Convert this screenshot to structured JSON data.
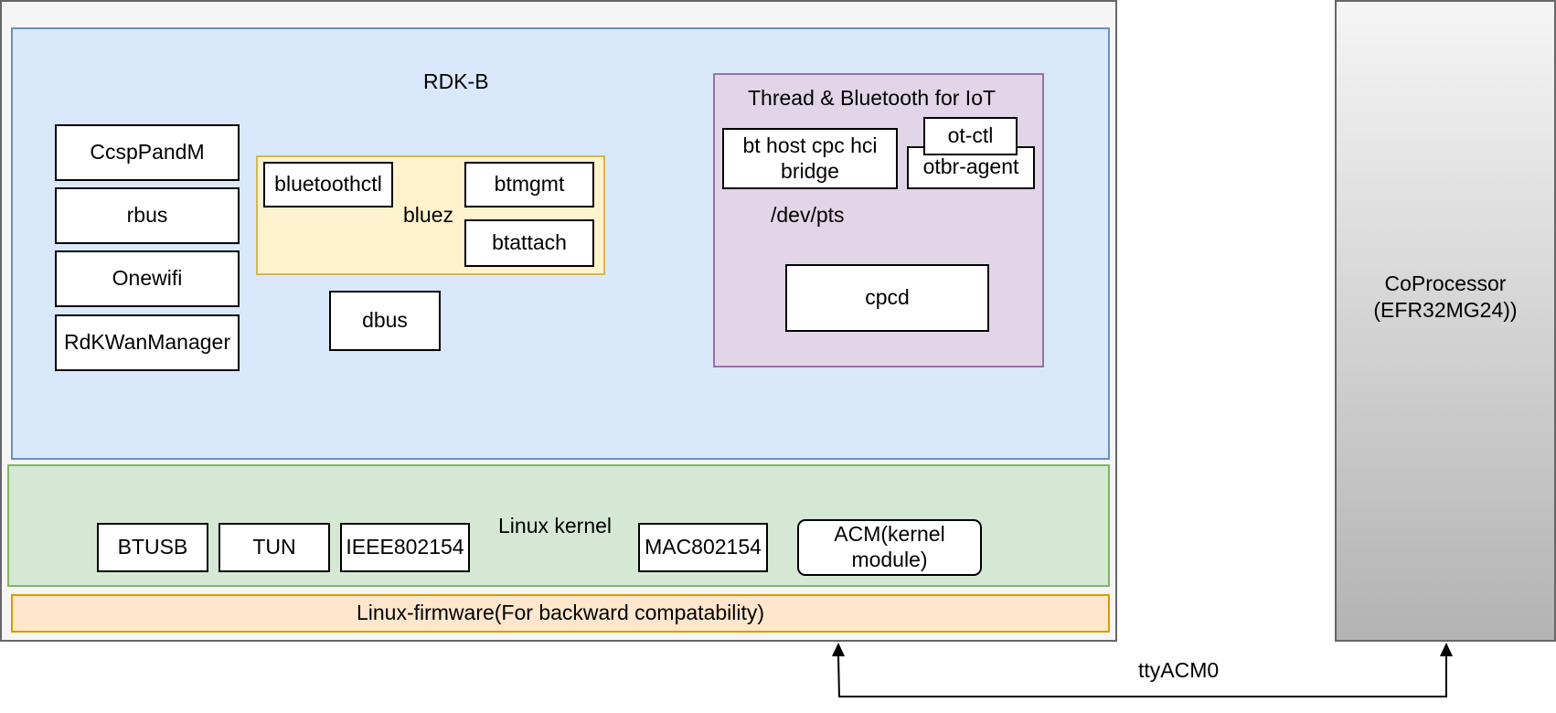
{
  "colors": {
    "outer_fill": "#f5f5f5",
    "outer_border": "#666666",
    "rdkb_fill": "#dae8fc",
    "rdkb_border": "#6c8ebf",
    "bluez_fill": "#fff2cc",
    "bluez_border": "#d6b656",
    "iot_fill": "#e1d5e7",
    "iot_border": "#9673a6",
    "kernel_fill": "#d5e8d4",
    "kernel_border": "#82b366",
    "firmware_fill": "#ffe6cc",
    "firmware_border": "#d79b00",
    "coprocessor_gradient_top": "#f5f5f5",
    "coprocessor_gradient_bottom": "#b3b3b3",
    "coprocessor_border": "#666666"
  },
  "rdkb": {
    "title": "RDK-B",
    "components": [
      "CcspPandM",
      "rbus",
      "Onewifi",
      "RdKWanManager"
    ],
    "bluez": {
      "label": "bluez",
      "bluetoothctl": "bluetoothctl",
      "btmgmt": "btmgmt",
      "btattach": "btattach"
    },
    "dbus": "dbus",
    "iot": {
      "title": "Thread & Bluetooth for IoT",
      "bt_host": "bt host cpc hci bridge",
      "ot_ctl": "ot-ctl",
      "otbr_agent": "otbr-agent",
      "dev_pts": "/dev/pts",
      "cpcd": "cpcd"
    }
  },
  "kernel": {
    "title": "Linux kernel",
    "modules": [
      "BTUSB",
      "TUN",
      "IEEE802154",
      "MAC802154"
    ],
    "acm": "ACM(kernel module)"
  },
  "firmware": {
    "label": "Linux-firmware(For backward compatability)"
  },
  "coprocessor": {
    "label": "CoProcessor (EFR32MG24))"
  },
  "link": {
    "label": "ttyACM0"
  }
}
